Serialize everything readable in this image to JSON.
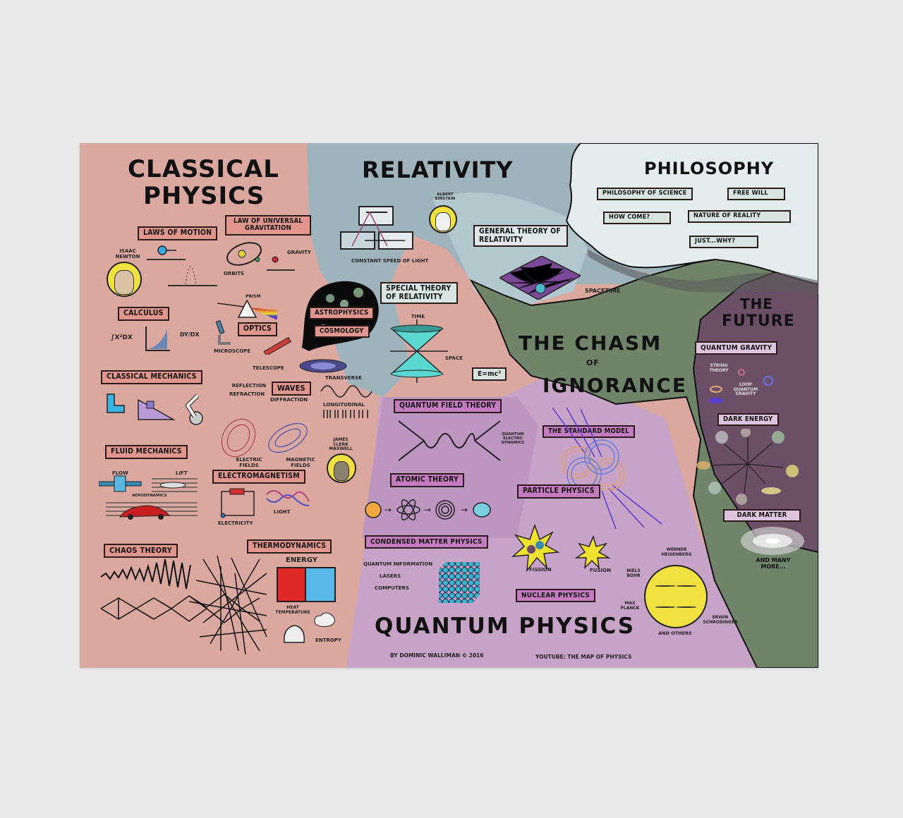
{
  "poster": {
    "regions": {
      "classical": {
        "title_line1": "Classical",
        "title_line2": "Physics",
        "color": "#dba8a0"
      },
      "relativity": {
        "title": "Relativity",
        "color": "#9fb3bd"
      },
      "philosophy": {
        "title": "Philosophy",
        "color": "#e4ecee"
      },
      "future": {
        "title_line1": "The",
        "title_line2": "Future",
        "color": "#6b4f66"
      },
      "chasm": {
        "line1": "The Chasm",
        "line2": "of",
        "line3": "Ignorance",
        "color": "#6f8468"
      },
      "quantum": {
        "title": "Quantum Physics",
        "color": "#c8a3c8"
      }
    },
    "classical_labels": {
      "laws_of_motion": "Laws of Motion",
      "universal_gravitation": "Law of Universal Gravitation",
      "calculus": "Calculus",
      "optics": "Optics",
      "astrophysics": "Astrophysics",
      "cosmology": "Cosmology",
      "classical_mechanics": "Classical Mechanics",
      "waves": "Waves",
      "fluid_mechanics": "Fluid Mechanics",
      "electromagnetism": "Electromagnetism",
      "chaos_theory": "Chaos Theory",
      "thermodynamics": "Thermodynamics"
    },
    "classical_notes": {
      "newton": "Isaac Newton",
      "orbits": "Orbits",
      "gravity": "Gravity",
      "prism": "Prism",
      "microscope": "Microscope",
      "telescope": "Telescope",
      "calculus_formula": "∫x²dx",
      "derivative": "dy/dx",
      "reflection": "Reflection",
      "refraction": "Refraction",
      "diffraction": "Diffraction",
      "transverse": "Transverse",
      "longitudinal": "Longitudinal",
      "electric_fields": "Electric Fields",
      "magnetic_fields": "Magnetic Fields",
      "maxwell": "James Clerk Maxwell",
      "flow": "Flow",
      "lift": "Lift",
      "aerodynamics": "Aerodynamics",
      "electricity": "Electricity",
      "light": "Light",
      "energy": "Energy",
      "heat_temperature": "Heat Temperature",
      "entropy": "Entropy"
    },
    "relativity_labels": {
      "general": "General Theory of Relativity",
      "special": "Special Theory of Relativity",
      "emc2": "E=mc²"
    },
    "relativity_notes": {
      "einstein": "Albert Einstein",
      "speed_of_light": "Constant Speed of Light",
      "spacetime": "Spacetime",
      "time": "Time",
      "space": "Space"
    },
    "philosophy_labels": {
      "philosophy_of_science": "Philosophy of Science",
      "free_will": "Free Will",
      "how_come": "How Come?",
      "nature_of_reality": "Nature of Reality",
      "just_why": "Just...Why?"
    },
    "future_labels": {
      "quantum_gravity": "Quantum Gravity",
      "dark_energy": "Dark Energy",
      "dark_matter": "Dark Matter"
    },
    "future_notes": {
      "string_theory": "String Theory",
      "loop_quantum_gravity": "Loop Quantum Gravity",
      "and_many_more": "And Many More..."
    },
    "quantum_labels": {
      "qft": "Quantum Field Theory",
      "standard_model": "The Standard Model",
      "atomic_theory": "Atomic Theory",
      "particle_physics": "Particle Physics",
      "condensed_matter": "Condensed Matter Physics",
      "nuclear_physics": "Nuclear Physics"
    },
    "quantum_notes": {
      "qed": "Quantum Electro Dynamics",
      "quantum_information": "Quantum Information",
      "lasers": "Lasers",
      "computers": "Computers",
      "fission": "Fission",
      "fusion": "Fusion",
      "heisenberg": "Werner Heisenberg",
      "bohr": "Niels Bohr",
      "planck": "Max Planck",
      "schrodinger": "Erwin Schrodinger",
      "and_others": "And Others"
    },
    "credits": {
      "author": "By Dominic Walliman © 2016",
      "youtube": "YouTube: The Map of Physics"
    }
  }
}
